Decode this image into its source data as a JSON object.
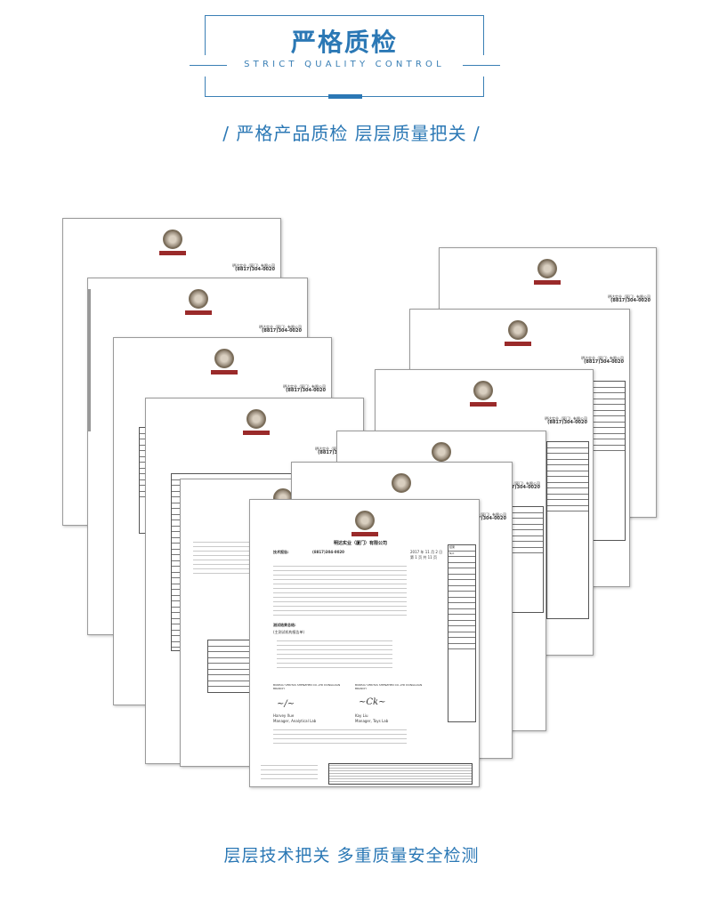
{
  "header": {
    "title": "严格质检",
    "subtitle": "STRICT QUALITY CONTROL",
    "tagline": "/ 严格产品质检  层层质量把关 /"
  },
  "footer": {
    "text": "层层技术把关 多重质量安全检测"
  },
  "report": {
    "company": "明达实业（厦门）有限公司",
    "tech_report_label": "技术报告:",
    "report_no": "(8817)304-0020",
    "date": "2017 年 11 月 2 日",
    "page": "第 1 页 共 11 页",
    "brand": "BUREAU VERITAS",
    "lab_left": "BUREAU VERITAS SHENZHEN CO.,LTD DONGGUAN BRANCH",
    "lab_right": "BUREAU VERITAS SHENZHEN CO.,LTD DONGGUAN BRANCH",
    "sign_left_name": "Harvey Xue",
    "sign_left_role": "Manager, Analytical Lab",
    "sign_right_name": "Kay Liu",
    "sign_right_role": "Manager, Toys Lab",
    "section_title": "测试结果总结:",
    "tested_by": "(主测试机构报告单)",
    "result_col": "结果",
    "result_na": "N/A"
  },
  "colors": {
    "accent": "#2b78b5",
    "frame": "#3a7fb5"
  }
}
